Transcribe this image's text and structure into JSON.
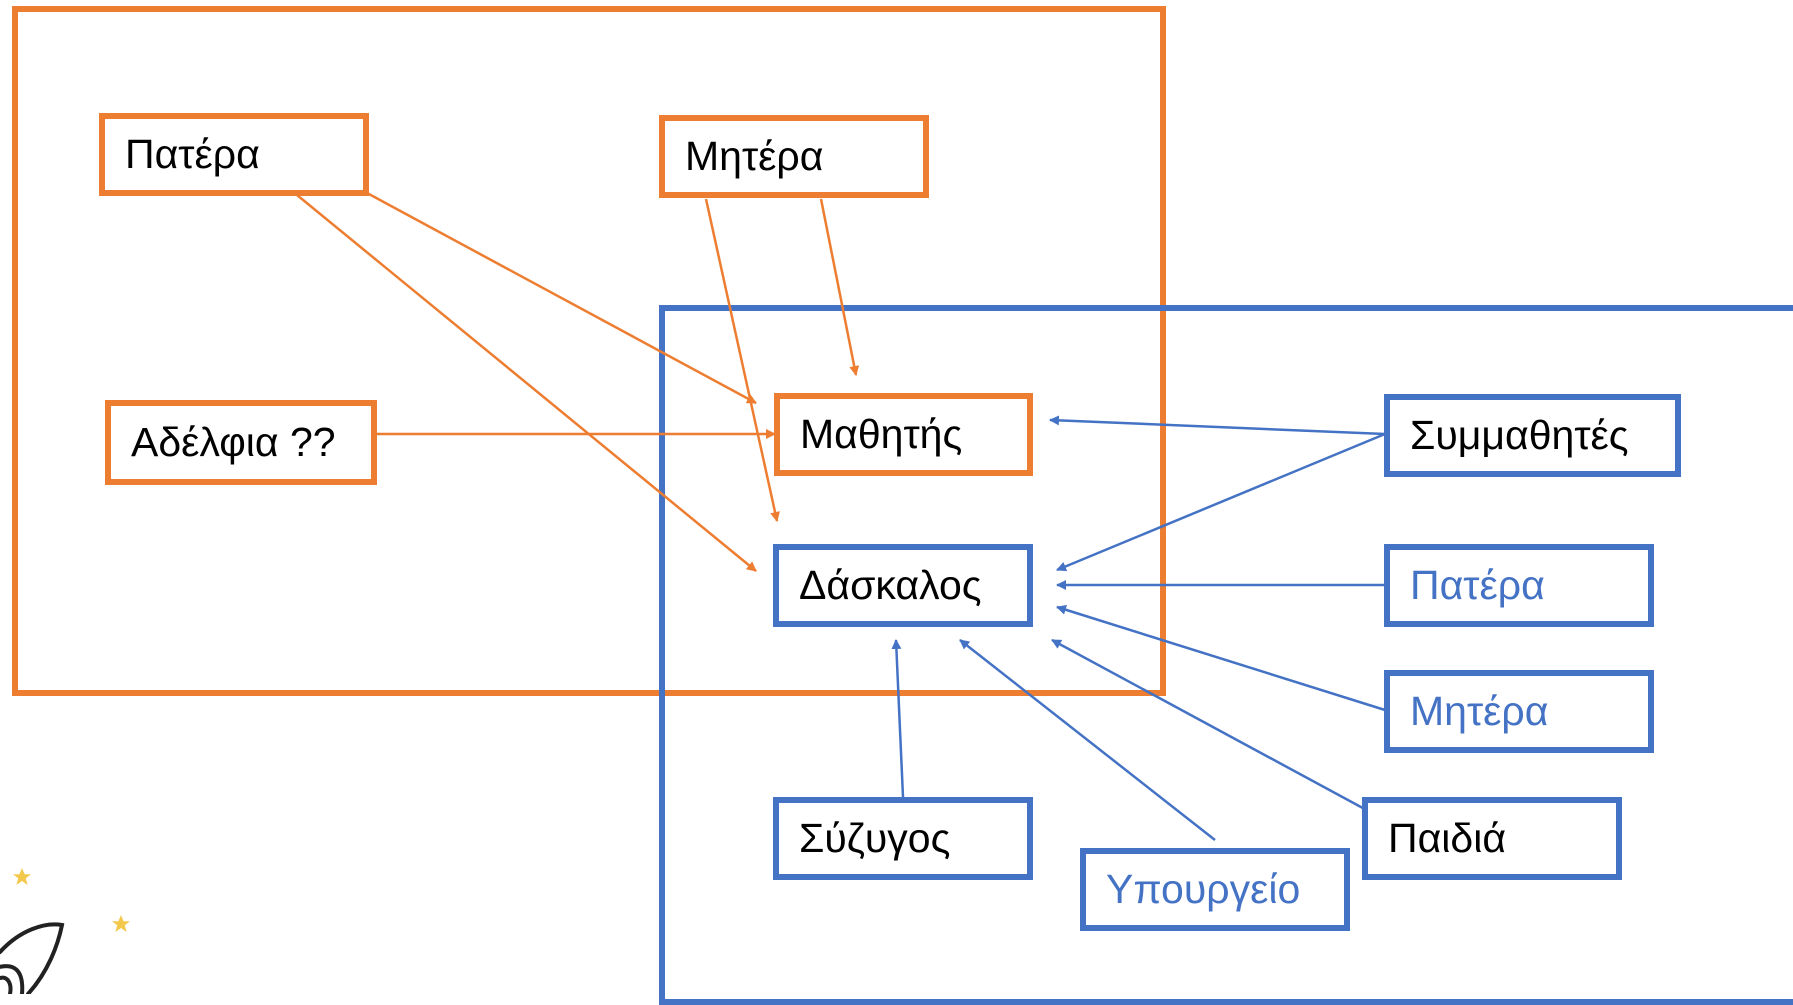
{
  "colors": {
    "orange": "#ed7d31",
    "blue": "#4472c4",
    "text_dark": "#000000",
    "text_blue": "#4472c4",
    "star": "#f2c94c"
  },
  "nodes": {
    "patera_family": "Πατέρα",
    "mitera_family": "Μητέρα",
    "adelfia": "Αδέλφια ??",
    "mathitis": "Μαθητής",
    "daskalos": "Δάσκαλος",
    "symmathites": "Συμμαθητές",
    "patera_school": "Πατέρα",
    "mitera_school": "Μητέρα",
    "paidia": "Παιδιά",
    "syzygos": "Σύζυγος",
    "ypourgeio": "Υπουργείο"
  },
  "decoration": {
    "icons": [
      "star-icon",
      "star-icon",
      "rocket-icon"
    ]
  }
}
